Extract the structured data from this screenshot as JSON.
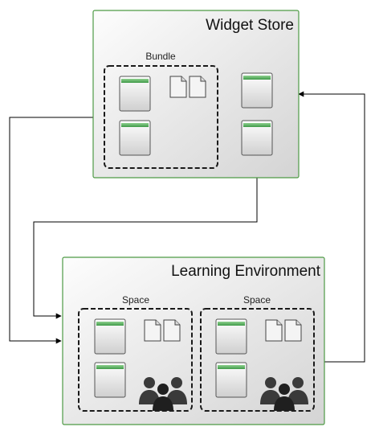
{
  "widget_store": {
    "title": "Widget Store",
    "bundle_label": "Bundle"
  },
  "learning_environment": {
    "title": "Learning Environment",
    "space_labels": [
      "Space",
      "Space"
    ]
  },
  "colors": {
    "box_border": "#4e9a45",
    "box_fill_light": "#fbfbfb",
    "box_fill_dark": "#d6d6d6",
    "widget_header": "#5aa85f",
    "people": "#2e2e2e",
    "connector": "#000000"
  },
  "icons": [
    "widget-icon",
    "document-icon",
    "people-icon"
  ]
}
